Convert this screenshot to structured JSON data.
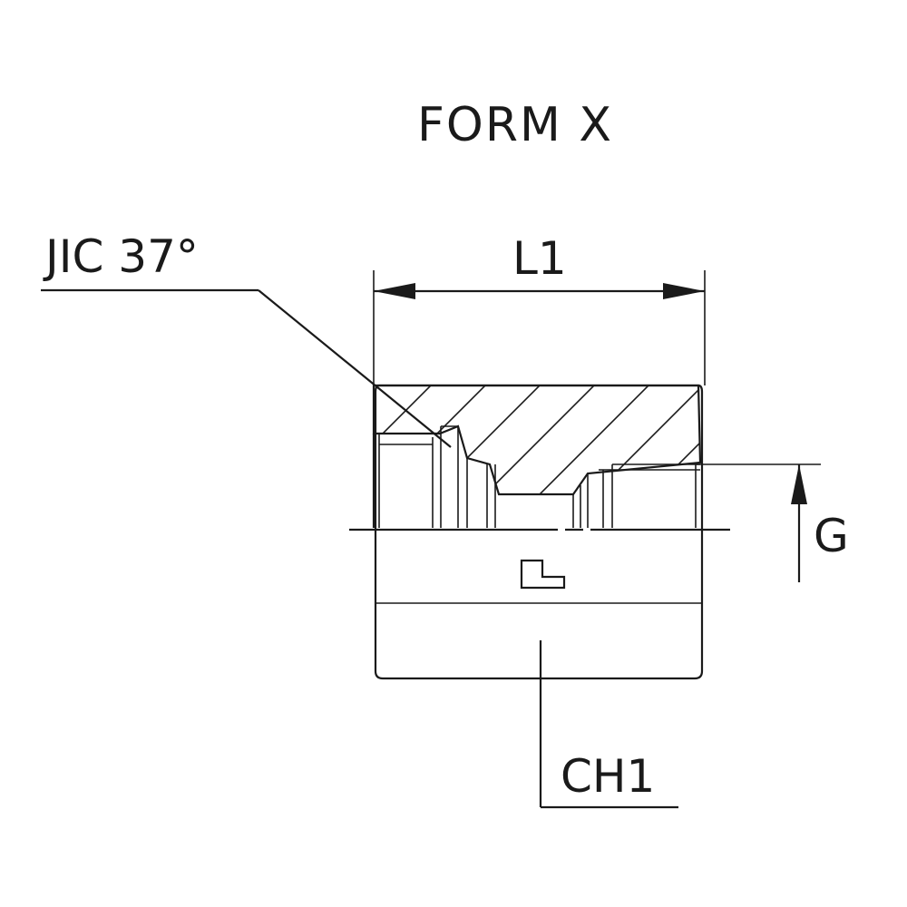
{
  "labels": {
    "title": "FORM  X",
    "thread": "JIC  37°",
    "length": "L1",
    "port": "G",
    "hex": "CH1"
  },
  "colors": {
    "ink": "#1a1a1a",
    "background": "#ffffff"
  }
}
